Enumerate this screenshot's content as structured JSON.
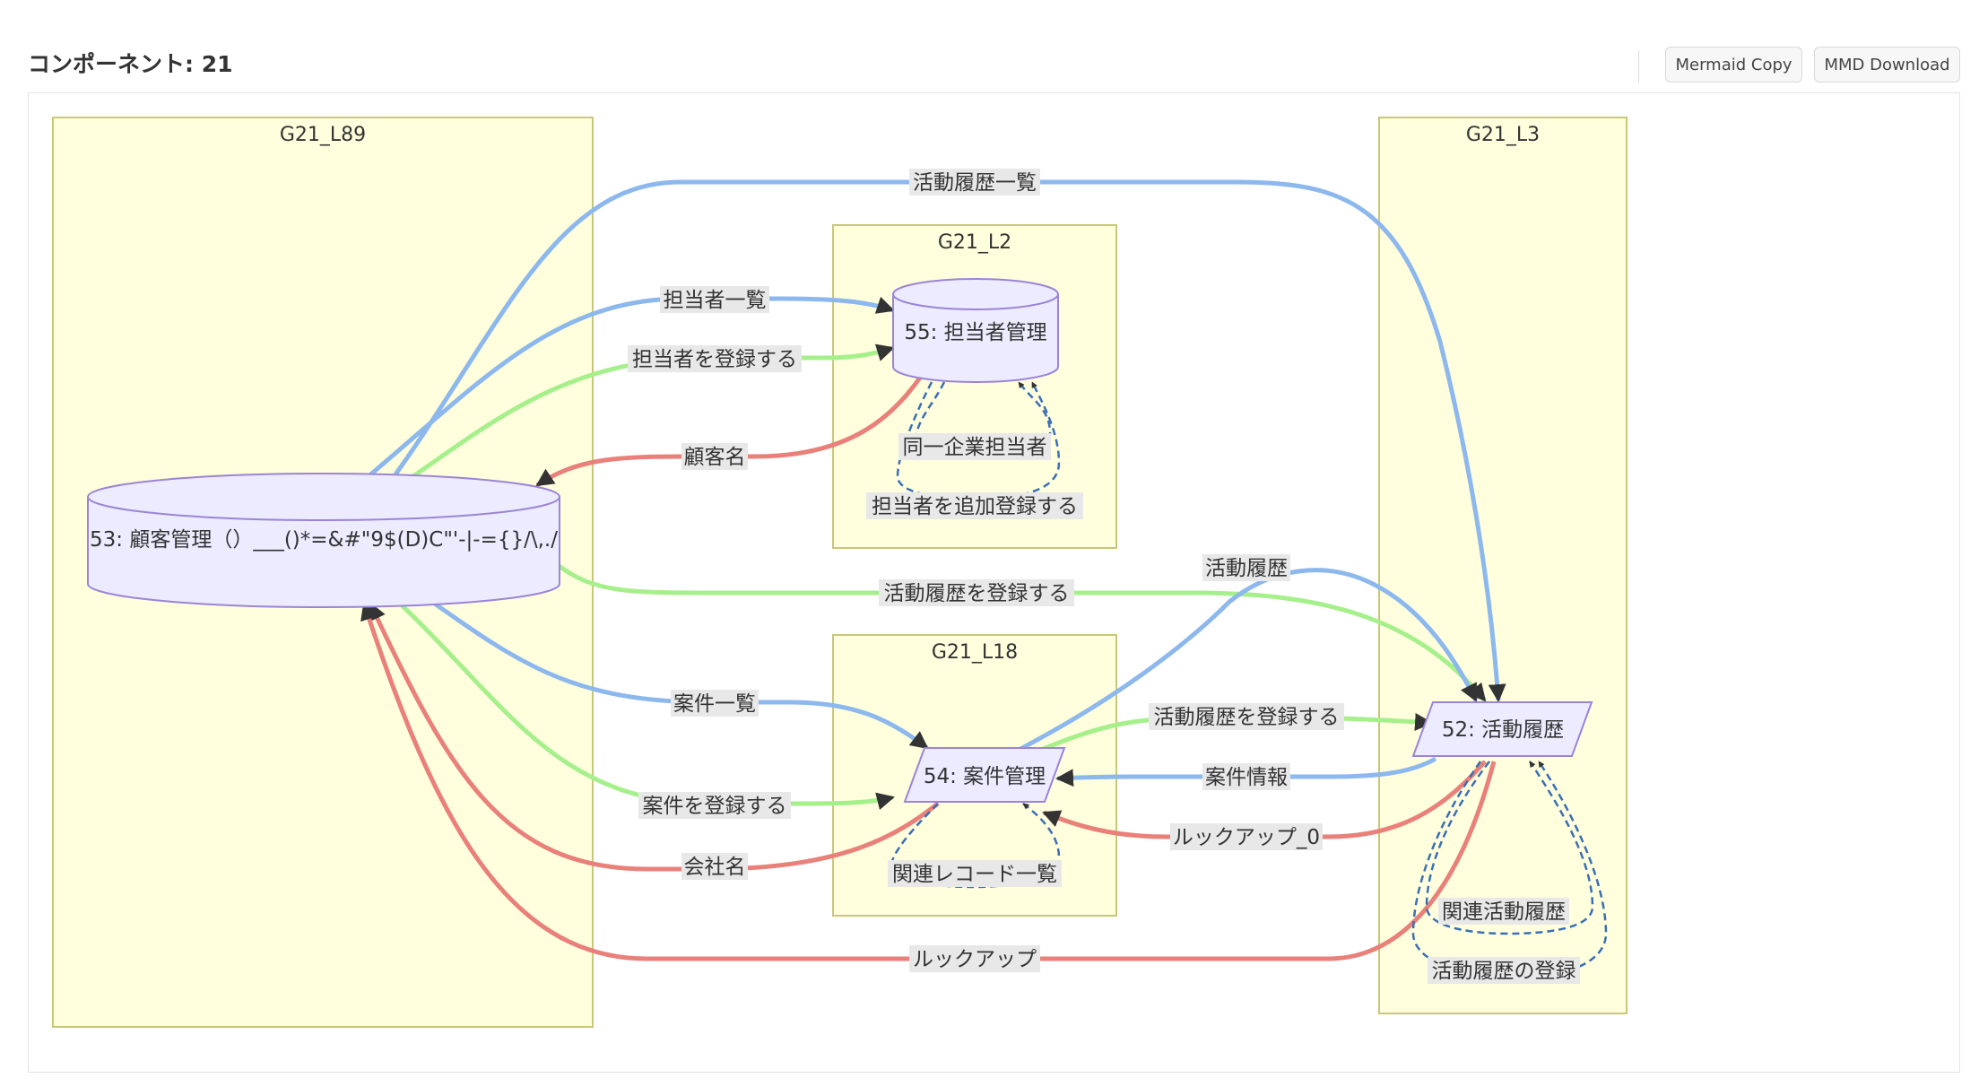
{
  "header": {
    "title": "コンポーネント: 21",
    "copy_button": "Mermaid Copy",
    "download_button": "MMD Download"
  },
  "colors": {
    "blue_edge": "#8cb8ee",
    "green_edge": "#a6f08c",
    "red_edge": "#e9807a",
    "group_fill": "#ffffde",
    "group_stroke": "#c9c77a",
    "node_fill": "#ecebff",
    "node_stroke": "#9b84d6",
    "self_loop": "#3a6fb5"
  },
  "groups": {
    "g89": "G21_L89",
    "g2": "G21_L2",
    "g18": "G21_L18",
    "g3": "G21_L3"
  },
  "nodes": {
    "n53": "53: 顧客管理（）___()*=&#\"9$(D)C\"'-|-={}/\\,./",
    "n55": "55: 担当者管理",
    "n54": "54: 案件管理",
    "n52": "52: 活動履歴"
  },
  "edges": {
    "e_katsudo_ichiran": "活動履歴一覧",
    "e_tanto_ichiran": "担当者一覧",
    "e_tanto_toroku": "担当者を登録する",
    "e_kokyakumei": "顧客名",
    "e_doitsu": "同一企業担当者",
    "e_tsuika": "担当者を追加登録する",
    "e_katsudo_toroku_a": "活動履歴を登録する",
    "e_katsudo": "活動履歴",
    "e_anken_ichiran": "案件一覧",
    "e_katsudo_toroku_b": "活動履歴を登録する",
    "e_anken_joho": "案件情報",
    "e_anken_toroku": "案件を登録する",
    "e_lookup0": "ルックアップ_0",
    "e_kaishamei": "会社名",
    "e_kanren_record": "関連レコード一覧",
    "e_kanren_katsudo": "関連活動履歴",
    "e_katsudo_no_toroku": "活動履歴の登録",
    "e_lookup": "ルックアップ"
  }
}
